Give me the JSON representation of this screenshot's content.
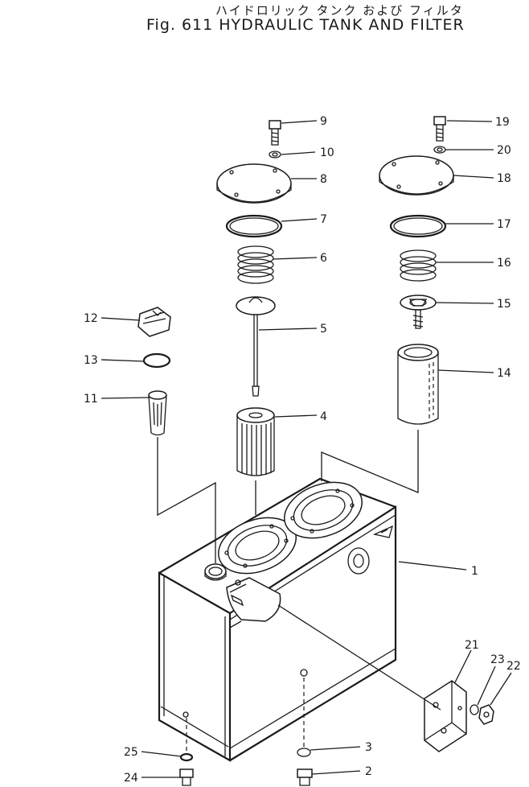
{
  "title_jp": "ハイドロリック タンク および フィルタ",
  "title_en": "Fig. 611 HYDRAULIC TANK AND FILTER",
  "colors": {
    "ink": "#1a1a1a",
    "paper": "#ffffff"
  },
  "callouts": [
    "1",
    "2",
    "3",
    "4",
    "5",
    "6",
    "7",
    "8",
    "9",
    "10",
    "11",
    "12",
    "13",
    "14",
    "15",
    "16",
    "17",
    "18",
    "19",
    "20",
    "21",
    "22",
    "23",
    "24",
    "25"
  ]
}
